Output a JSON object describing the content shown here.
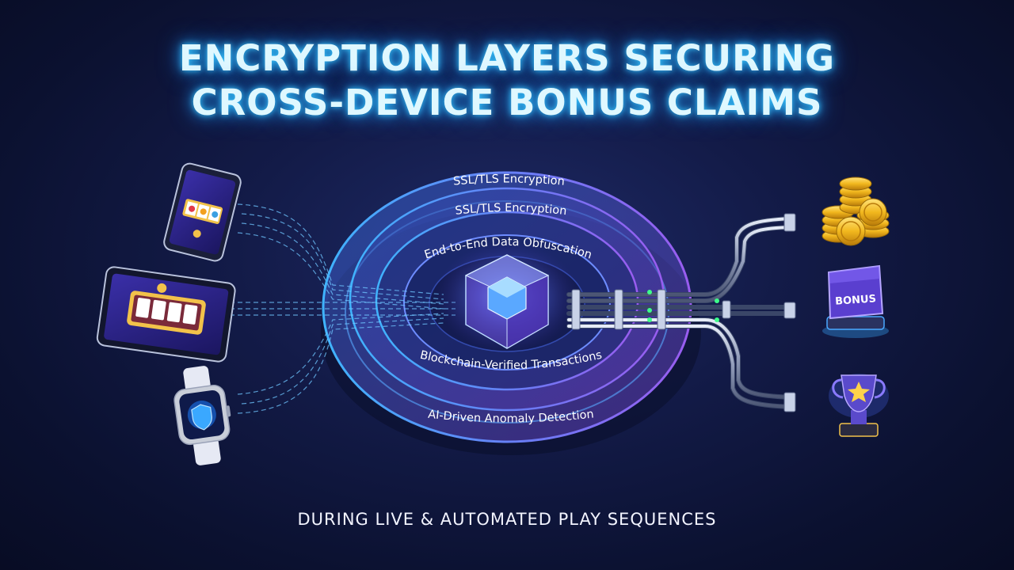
{
  "title": {
    "line1": "ENCRYPTION LAYERS SECURING",
    "line2": "CROSS-DEVICE BONUS CLAIMS"
  },
  "subtitle": "DURING LIVE & AUTOMATED PLAY SEQUENCES",
  "layers": [
    "SSL/TLS Encryption",
    "SSL/TLS Encryption",
    "End-to-End Data Obfuscation",
    "Blockchain-Verified Transactions",
    "AI-Driven Anomaly Detection"
  ],
  "reward_badge": "BONUS",
  "devices": [
    "smartphone-icon",
    "tablet-icon",
    "smartwatch-icon"
  ],
  "rewards": [
    "coins-icon",
    "bonus-sign-icon",
    "trophy-icon"
  ],
  "colors": {
    "title_glow": "#39c8ff",
    "ring_cyan": "#3fb4ff",
    "ring_violet": "#8a5cf0",
    "background": "#0b1130"
  }
}
